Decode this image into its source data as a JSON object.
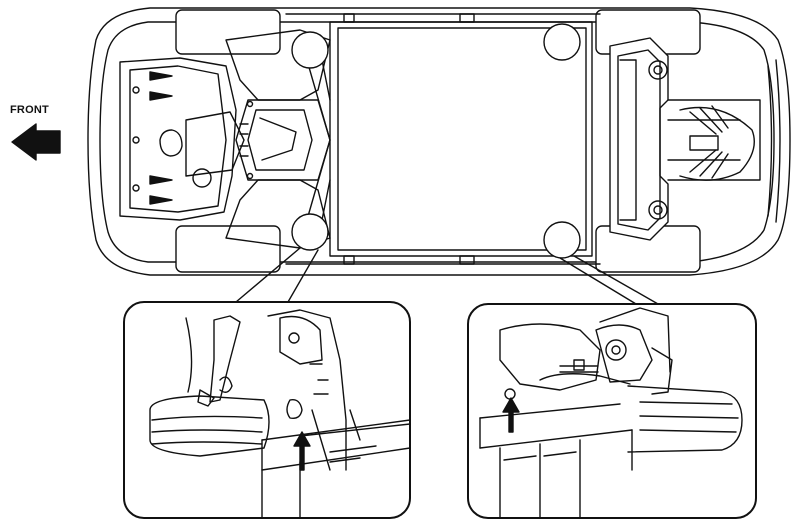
{
  "diagram": {
    "front_label": "FRONT",
    "colors": {
      "line": "#111111",
      "fill": "#ffffff",
      "background": "#ffffff"
    },
    "views": [
      {
        "name": "vehicle-underbody-top-view"
      },
      {
        "name": "detail-front-lifting-point"
      },
      {
        "name": "detail-rear-lifting-point"
      }
    ]
  }
}
